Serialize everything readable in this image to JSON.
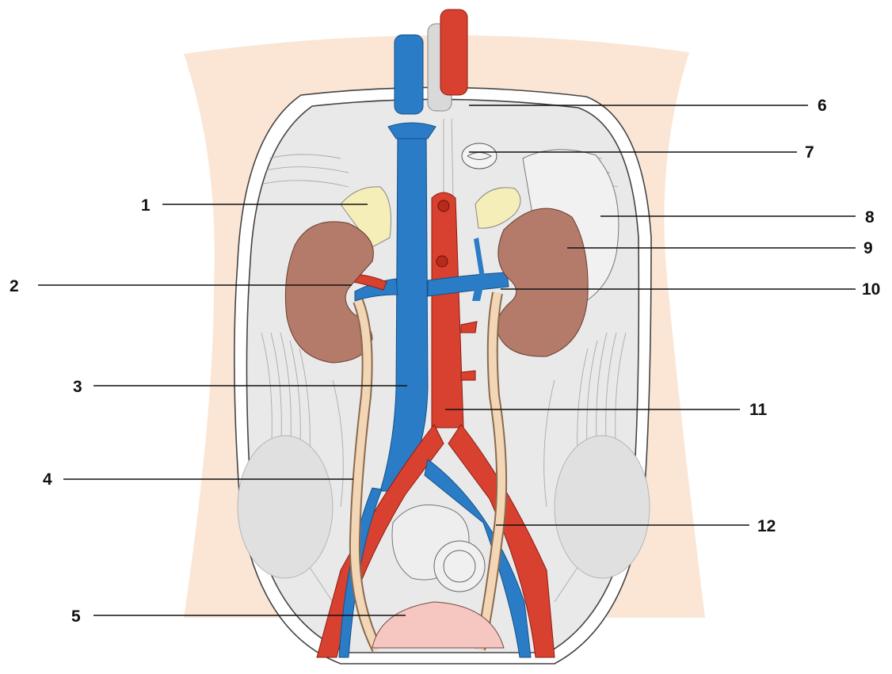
{
  "diagram": {
    "labels": [
      {
        "id": "1",
        "text": "1"
      },
      {
        "id": "2",
        "text": "2"
      },
      {
        "id": "3",
        "text": "3"
      },
      {
        "id": "4",
        "text": "4"
      },
      {
        "id": "5",
        "text": "5"
      },
      {
        "id": "6",
        "text": "6"
      },
      {
        "id": "7",
        "text": "7"
      },
      {
        "id": "8",
        "text": "8"
      },
      {
        "id": "9",
        "text": "9"
      },
      {
        "id": "10",
        "text": "10"
      },
      {
        "id": "11",
        "text": "11"
      },
      {
        "id": "12",
        "text": "12"
      }
    ],
    "colors": {
      "skin": "#fbe6d6",
      "cavity": "#e9e9e9",
      "muscle_line": "#9a9a9a",
      "kidney": "#b47a6a",
      "kidney_shade": "#8f5a4c",
      "adrenal": "#f6eeb8",
      "vein": "#2a7cc7",
      "artery": "#d8412f",
      "artery_dark": "#b82a1c",
      "ureter": "#f2d6b6",
      "bladder": "#f6c7c0",
      "esophagus": "#d9d9d9"
    }
  }
}
